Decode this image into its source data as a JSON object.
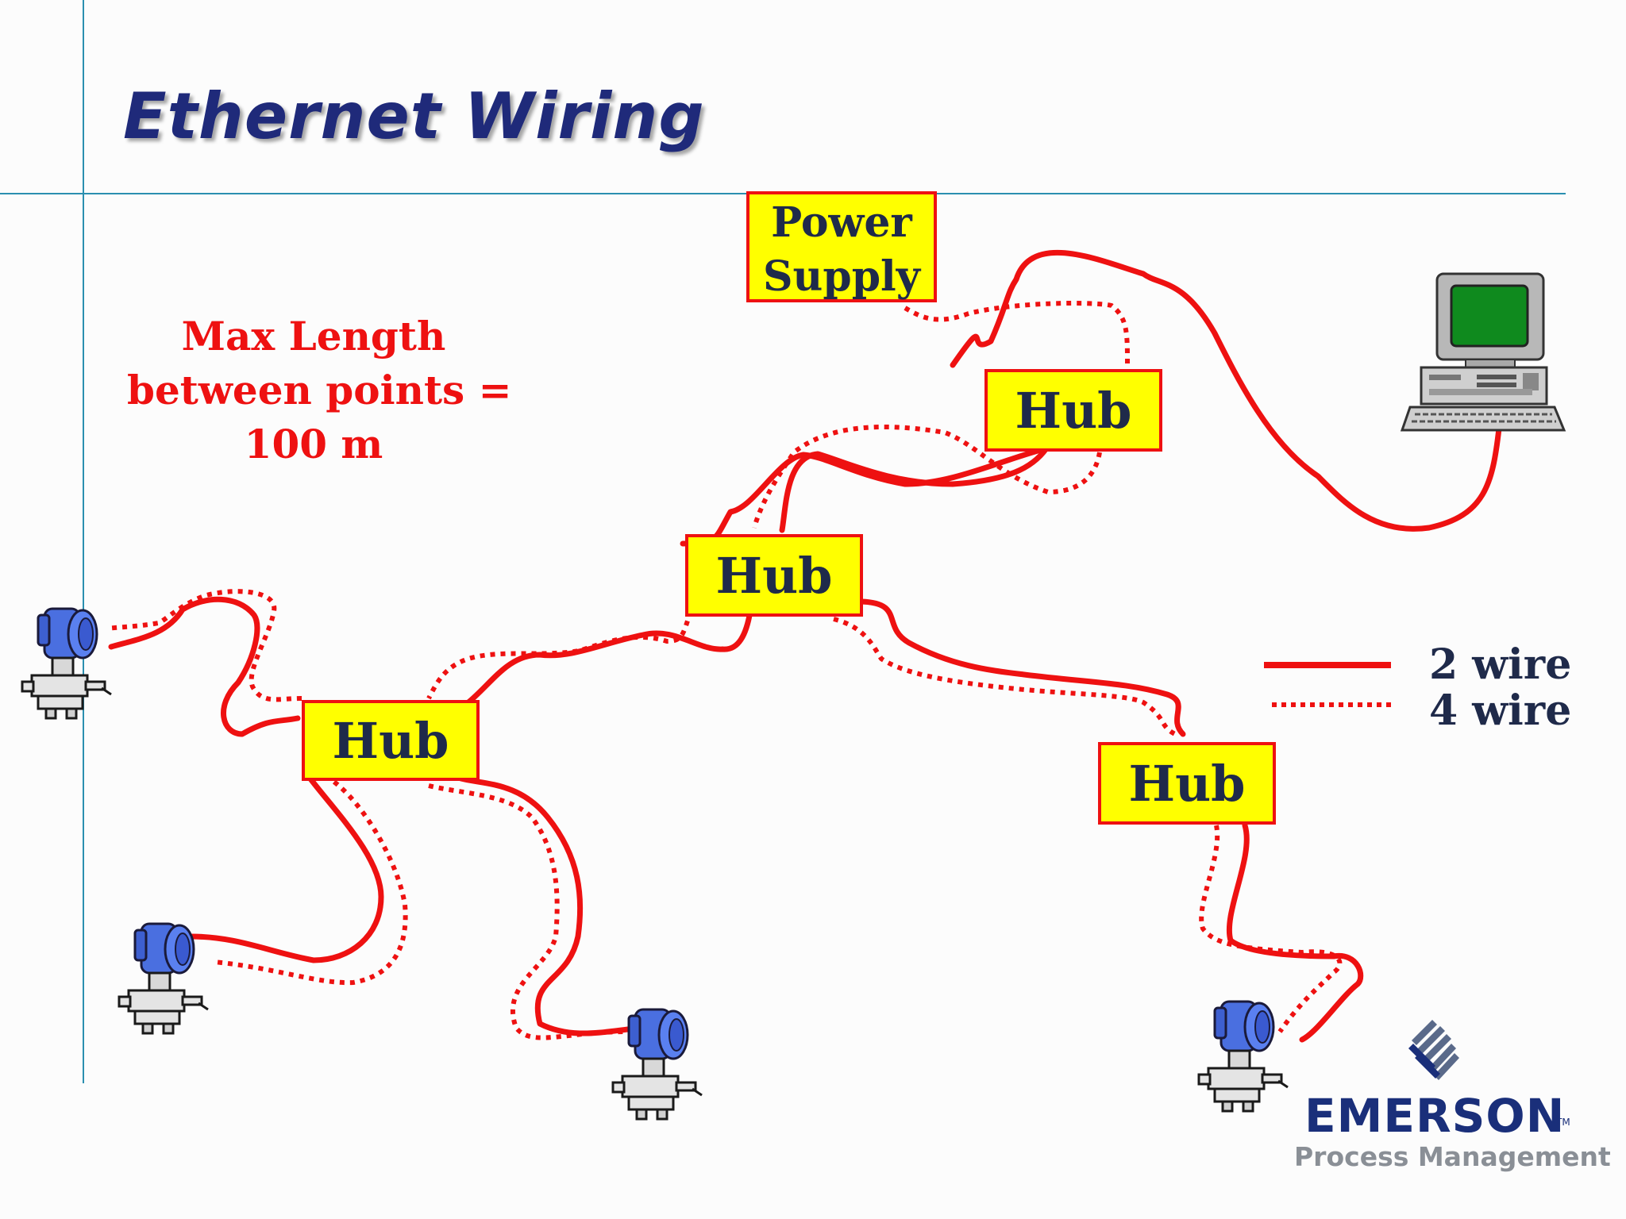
{
  "title": "Ethernet Wiring",
  "note": {
    "lines": [
      "Max Length",
      "between points =",
      "100 m"
    ]
  },
  "power_supply": {
    "lines": [
      "Power",
      "Supply"
    ]
  },
  "hubs": [
    "Hub",
    "Hub",
    "Hub",
    "Hub"
  ],
  "legend": {
    "solid": {
      "label": "2 wire"
    },
    "dotted": {
      "label": "4 wire"
    }
  },
  "logo": {
    "name": "EMERSON",
    "trademark": "TM",
    "sub": "Process Management"
  },
  "colors": {
    "wire": "#ee1111",
    "hub_fill": "#ffff00",
    "title": "#1f2a7a",
    "accent_lines": "#2b8fb0",
    "transmitter": "#4a6fe0",
    "monitor_screen": "#0f8a1e"
  },
  "devices": {
    "transmitters": [
      "transmitter-icon",
      "transmitter-icon",
      "transmitter-icon",
      "transmitter-icon"
    ],
    "computer": "computer-icon"
  }
}
